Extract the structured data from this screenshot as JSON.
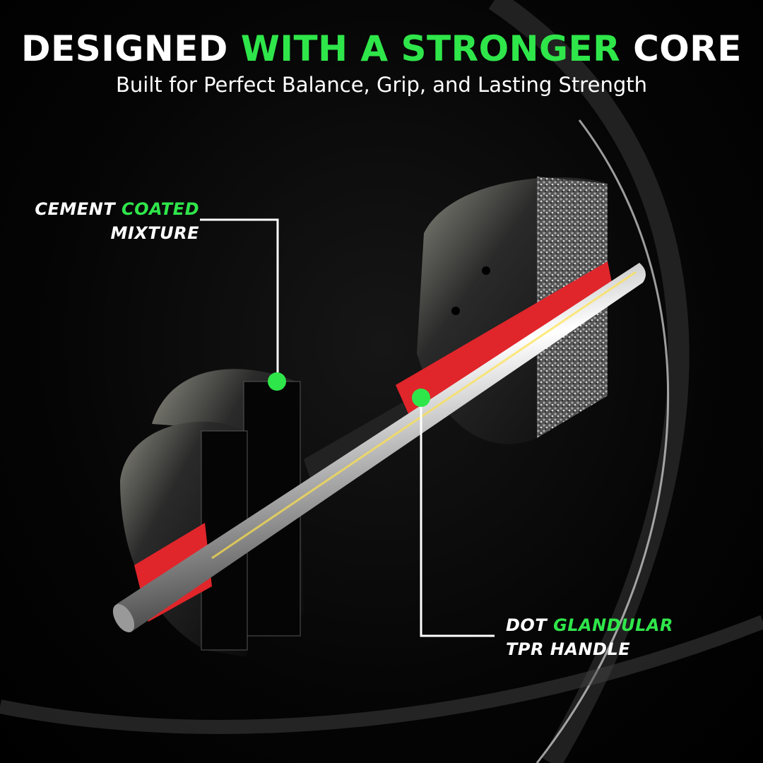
{
  "headline": {
    "part1": "DESIGNED ",
    "highlight": "WITH A STRONGER",
    "part2": " CORE"
  },
  "subtitle": "Built for Perfect Balance, Grip, and Lasting Strength",
  "callouts": [
    {
      "line1_white": "CEMENT ",
      "line1_green": "COATED",
      "line2": "MIXTURE"
    },
    {
      "line1_white": "DOT ",
      "line1_green": "GLANDULAR",
      "line2": "TPR HANDLE"
    }
  ],
  "colors": {
    "accent": "#2fe64a",
    "handle": "#e0262b",
    "background": "#000000"
  }
}
